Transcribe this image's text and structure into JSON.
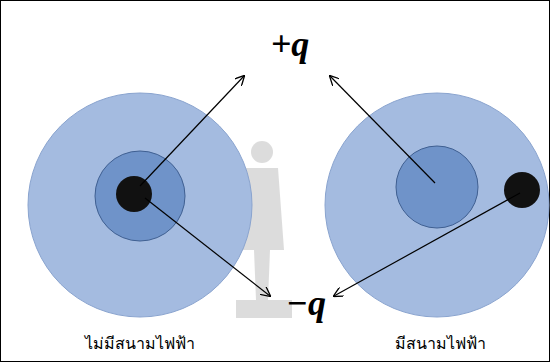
{
  "diagram": {
    "labels": [
      "+q",
      "−q",
      "ไม่มีสนามไฟฟ้า",
      "มีสนามไฟฟ้า"
    ]
  }
}
